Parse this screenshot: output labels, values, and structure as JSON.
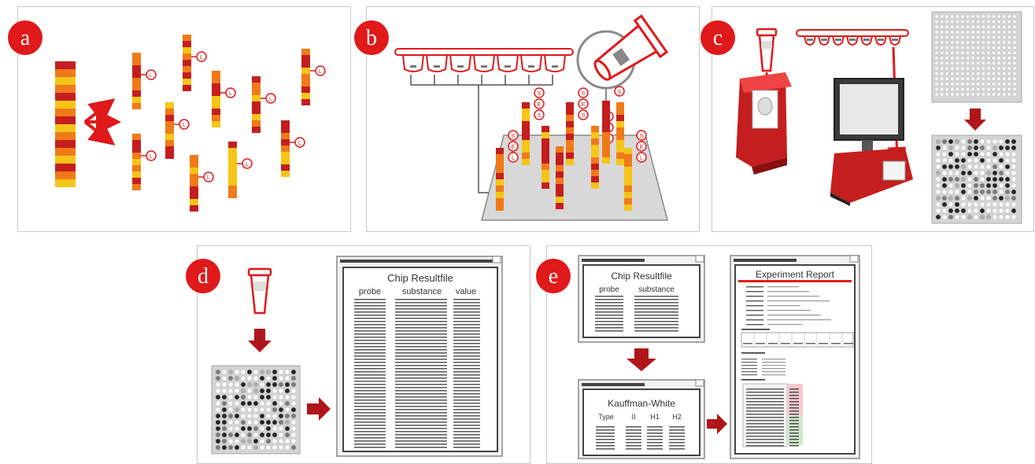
{
  "panels": {
    "a": {
      "letter": "a",
      "probe_label": "L"
    },
    "b": {
      "letter": "b",
      "label_s": "S",
      "label_e": "E",
      "label_l": "L"
    },
    "c": {
      "letter": "c"
    },
    "d": {
      "letter": "d",
      "window_title": "Chip Resultfile",
      "columns": [
        "probe",
        "substance",
        "value"
      ]
    },
    "e": {
      "letter": "e",
      "result_title": "Chip Resultfile",
      "result_columns": [
        "probe",
        "substance"
      ],
      "kw_title": "Kauffman-White",
      "kw_columns": [
        "Type",
        "0",
        "H1",
        "H2"
      ],
      "report_title": "Experiment Report"
    }
  },
  "colors": {
    "accent_red": "#e0191b",
    "dark_red": "#b0151a",
    "probe_red": "#c41e1e",
    "probe_orange": "#f07a1a",
    "probe_yellow": "#f5c518",
    "panel_border": "#c8c8c8"
  }
}
